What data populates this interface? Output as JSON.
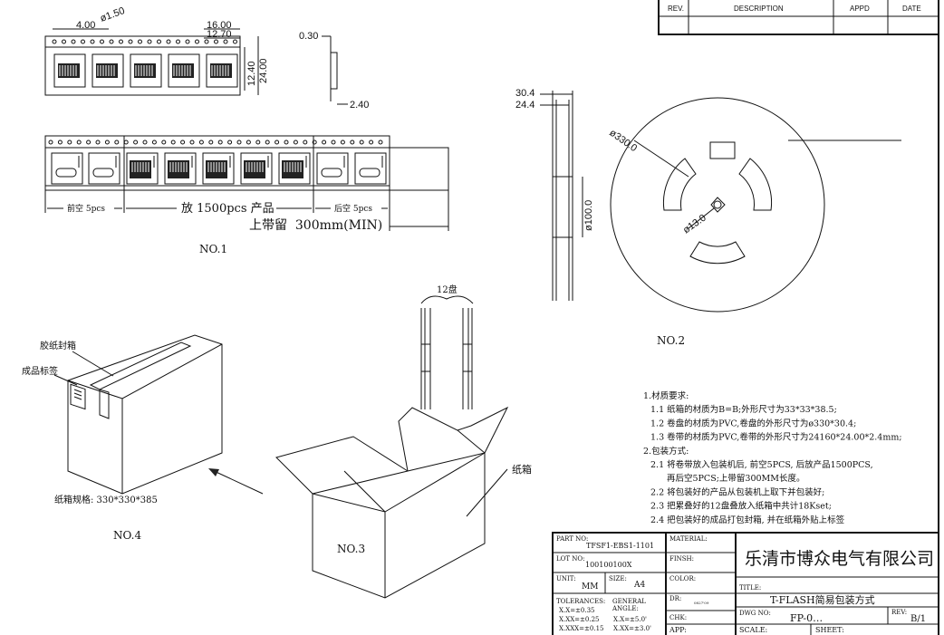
{
  "revision_table": {
    "headers": [
      "REV.",
      "DESCRIPTION",
      "APPD",
      "DATE"
    ]
  },
  "tape_top": {
    "pitch": "4.00",
    "hole_dia": "ø1.50",
    "width_a": "16.00",
    "width_b": "12.70",
    "height_a": "12.40",
    "height_b": "24.00"
  },
  "tape_side": {
    "thickness": "0.30",
    "depth": "2.40"
  },
  "tape_long": {
    "lead_empty": "前空 5pcs",
    "products": "放 1500pcs 产品",
    "trail_empty": "后空 5pcs",
    "leader": "上带留  300mm(MIN)",
    "label": "NO.1"
  },
  "reel": {
    "outer_width": "30.4",
    "inner_width": "24.4",
    "hub_dia": "ø100.0",
    "outer_dia": "ø330.0",
    "bore_dia": "ø13.0",
    "label": "NO.2"
  },
  "stack": {
    "count": "12盘"
  },
  "box_closed": {
    "tape_seal": "胶纸封箱",
    "product_label": "成品标签",
    "spec": "纸箱规格: 330*330*385",
    "label": "NO.4"
  },
  "box_open": {
    "carton": "纸箱",
    "label": "NO.3"
  },
  "notes": [
    "1.材质要求:",
    "1.1 纸箱的材质为B=B;外形尺寸为33*33*38.5;",
    "1.2 卷盘的材质为PVC,卷盘的外形尺寸为ø330*30.4;",
    "1.3 卷带的材质为PVC,卷带的外形尺寸为24160*24.00*2.4mm;",
    "2.包装方式:",
    "2.1 将卷带放入包装机后, 前空5PCS, 后放产品1500PCS,",
    "再后空5PCS;上带留300MM长度。",
    "2.2 将包装好的产品从包装机上取下并包装好;",
    "2.3 把累叠好的12盘叠放入纸箱中共计18Kset;",
    "2.4 把包装好的成品打包封箱, 并在纸箱外贴上标签"
  ],
  "title_block": {
    "part_no_label": "PART NO:",
    "part_no": "TFSF1-EBS1-1101",
    "lot_no_label": "LOT NO:",
    "lot_no": "100100100X",
    "unit_label": "UNIT:",
    "unit": "MM",
    "size_label": "SIZE:",
    "size": "A4",
    "tolerances_label": "TOLERANCES:",
    "tol1": "X.X=±0.35",
    "tol2": "X.XX=±0.25",
    "tol3": "X.XXX=±0.15",
    "angle_label1": "GENERAL",
    "angle_label2": "ANGLE:",
    "ang1": "X.X=±5.0'",
    "ang2": "X.XX=±3.0'",
    "material_label": "MATERIAL:",
    "finish_label": "FINSH:",
    "color_label": "COLOR:",
    "dr_label": "DR:",
    "dr_value": "0827'09",
    "chk_label": "CHK:",
    "app_label": "APP:",
    "company": "乐清市博众电气有限公司",
    "title_label": "TITLE:",
    "title": "T-FLASH简易包装方式",
    "dwg_label": "DWG NO:",
    "dwg_no": "FP-0…",
    "rev_label": "REV:",
    "rev": "B/1",
    "scale_label": "SCALE:",
    "sheet_label": "SHEET:"
  }
}
